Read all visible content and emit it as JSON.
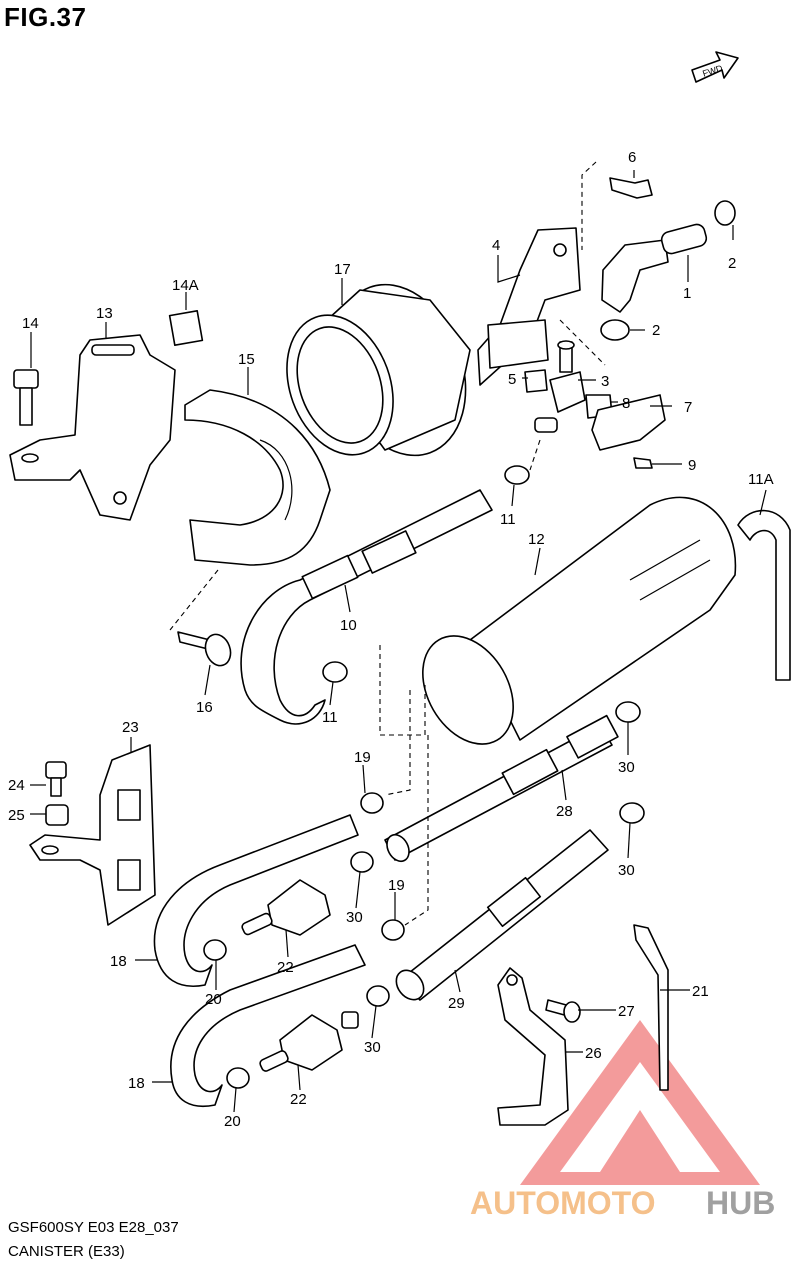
{
  "figure_title": "FIG.37",
  "direction_label": "FWD",
  "footer": {
    "code": "GSF600SY E03 E28_037",
    "caption": "CANISTER (E33)"
  },
  "watermark": {
    "text_a": "AUTOMOTO",
    "text_b": "HUB",
    "color_a": "#F5C08A",
    "color_b": "#A0A0A0",
    "logo_color": "#F28A8A"
  },
  "callouts": {
    "c1": "1",
    "c2a": "2",
    "c2b": "2",
    "c3": "3",
    "c4": "4",
    "c5": "5",
    "c6": "6",
    "c7": "7",
    "c8": "8",
    "c9": "9",
    "c10": "10",
    "c11a": "11",
    "c11b": "11",
    "c11A": "11A",
    "c12": "12",
    "c13": "13",
    "c14": "14",
    "c14A": "14A",
    "c15": "15",
    "c16": "16",
    "c17": "17",
    "c18a": "18",
    "c18b": "18",
    "c19a": "19",
    "c19b": "19",
    "c20a": "20",
    "c20b": "20",
    "c21": "21",
    "c22a": "22",
    "c22b": "22",
    "c23": "23",
    "c24": "24",
    "c25": "25",
    "c26": "26",
    "c27": "27",
    "c28": "28",
    "c29": "29",
    "c30a": "30",
    "c30b": "30",
    "c30c": "30",
    "c30d": "30"
  }
}
